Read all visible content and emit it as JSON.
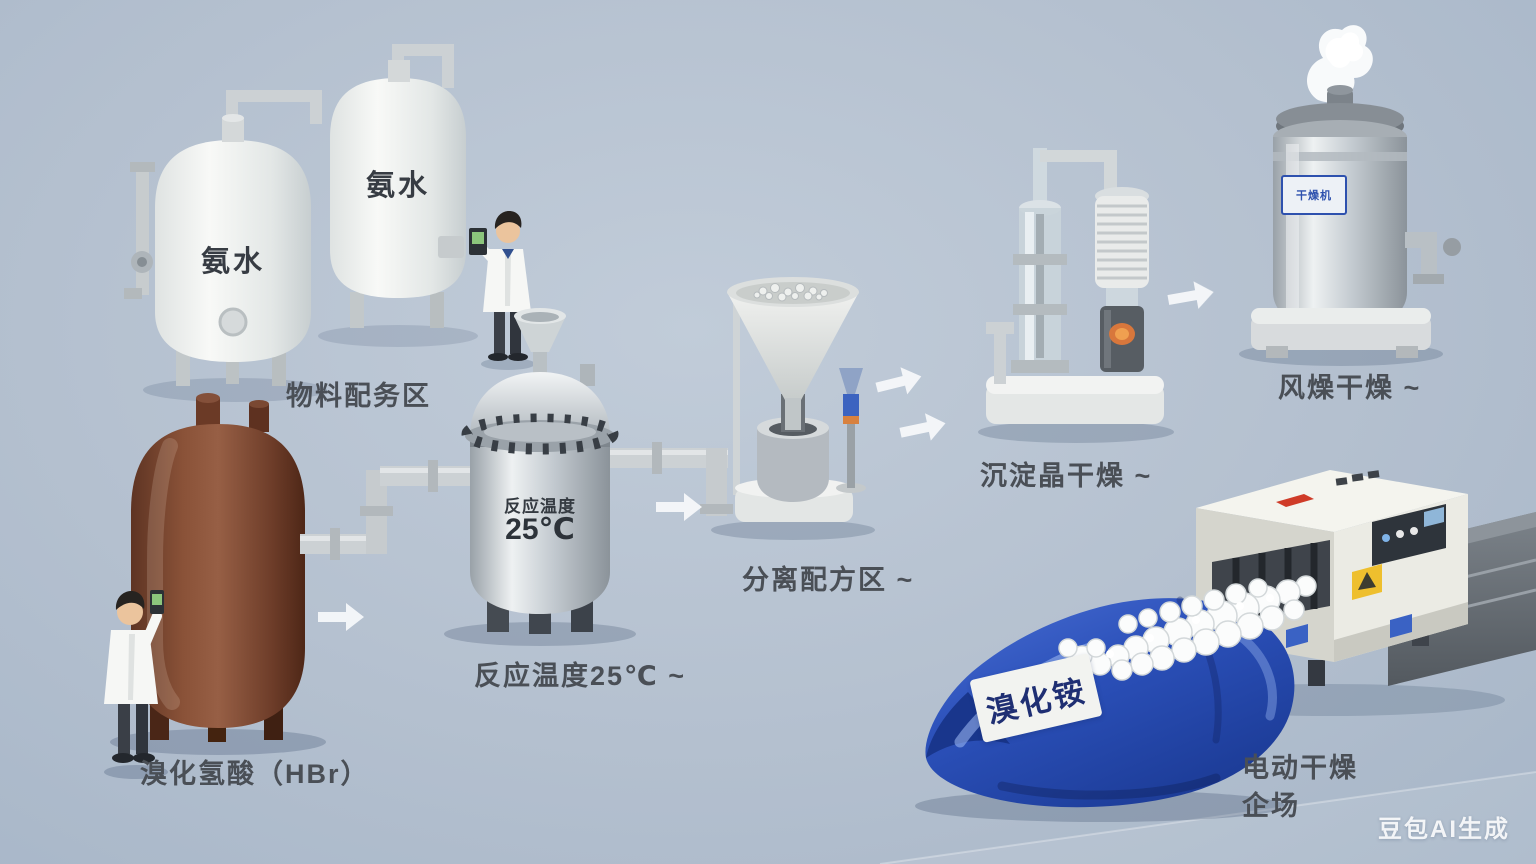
{
  "scene": {
    "watermark": "豆包AI生成"
  },
  "labels": {
    "ammonia_left": "氨水",
    "ammonia_right": "氨水",
    "material_area": "物料配务区",
    "hbr_tank": "溴化氢酸（HBr）",
    "reactor_display_title": "反应温度",
    "reactor_display_value": "25℃",
    "reaction_temp": "反应温度25℃ ~",
    "separation_area": "分离配方区 ~",
    "sedimentation_drying": "沉淀晶干燥 ~",
    "air_drying": "风燥干燥 ~",
    "dryer_plate": "干燥机",
    "product_bag": "溴化铵",
    "packing_line1": "电动干燥",
    "packing_line2": "企场"
  },
  "colors": {
    "background": "#b4c0cf",
    "bag_blue": "#2b50b9",
    "hbr_brown": "#7a4630",
    "steel": "#c3cad0",
    "label_text": "#4a4f56",
    "glow_orange": "#d8773c",
    "warning_yellow": "#eebf2e",
    "button_red": "#cf3b28"
  }
}
